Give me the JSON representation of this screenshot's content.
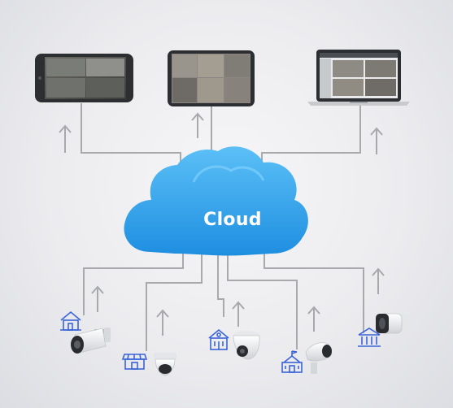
{
  "cloud": {
    "label": "Cloud",
    "color": "#39a9ee"
  },
  "colors": {
    "connector": "#a7a9ad",
    "icon_blue": "#3a64d8",
    "device_frame": "#2d2e31"
  },
  "devices": [
    {
      "type": "smartphone",
      "icon": "phone-icon"
    },
    {
      "type": "tablet",
      "icon": "tablet-icon"
    },
    {
      "type": "laptop",
      "icon": "laptop-icon"
    }
  ],
  "cameras": [
    {
      "site_icon": "house-icon",
      "camera": "bullet-camera-icon"
    },
    {
      "site_icon": "store-icon",
      "camera": "dome-camera-icon"
    },
    {
      "site_icon": "office-icon",
      "camera": "turret-camera-icon"
    },
    {
      "site_icon": "school-icon",
      "camera": "ptz-camera-icon"
    },
    {
      "site_icon": "bank-icon",
      "camera": "bullet-camera-icon"
    }
  ]
}
